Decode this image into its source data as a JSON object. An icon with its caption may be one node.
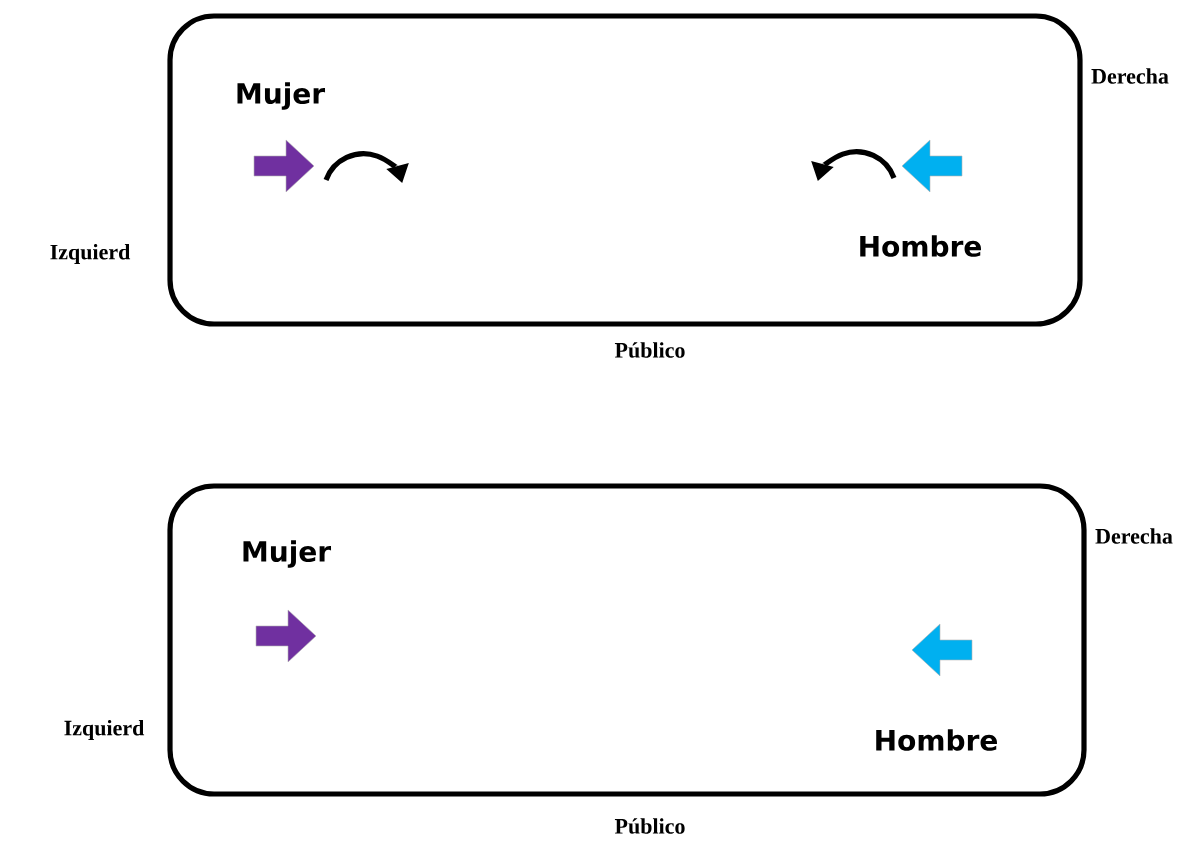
{
  "diagram": {
    "nodes": [
      {
        "text": [
          "Mujer",
          "Hombre"
        ],
        "beside": [
          "Derecha",
          "Izquierd",
          "Público"
        ]
      },
      {
        "text": [
          "Mujer",
          "Hombre"
        ],
        "beside": [
          "Derecha",
          "Izquierd",
          "Público"
        ]
      }
    ]
  }
}
